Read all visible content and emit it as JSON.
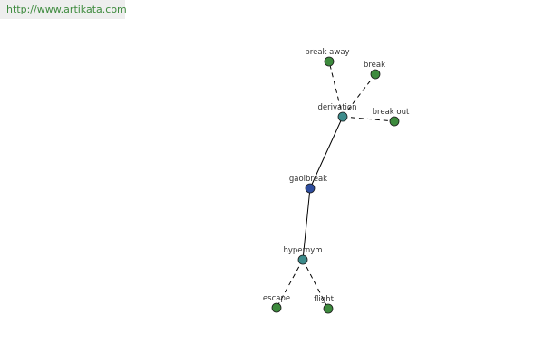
{
  "watermark": {
    "url": "http://www.artikata.com"
  },
  "colors": {
    "root": "#2e4d9e",
    "relation": "#3d8c8c",
    "leaf": "#3d8a3d",
    "node_stroke": "#1a1a1a",
    "edge": "#000000"
  },
  "nodes": [
    {
      "id": "gaolbreak",
      "label": "gaolbreak",
      "kind": "root"
    },
    {
      "id": "derivation",
      "label": "derivation",
      "kind": "relation"
    },
    {
      "id": "hypernym",
      "label": "hypernym",
      "kind": "relation"
    },
    {
      "id": "break_away",
      "label": "break away",
      "kind": "leaf"
    },
    {
      "id": "break",
      "label": "break",
      "kind": "leaf"
    },
    {
      "id": "break_out",
      "label": "break out",
      "kind": "leaf"
    },
    {
      "id": "escape",
      "label": "escape",
      "kind": "leaf"
    },
    {
      "id": "flight",
      "label": "flight",
      "kind": "leaf"
    }
  ],
  "edges": [
    {
      "from": "gaolbreak",
      "to": "derivation",
      "style": "solid"
    },
    {
      "from": "gaolbreak",
      "to": "hypernym",
      "style": "solid"
    },
    {
      "from": "derivation",
      "to": "break_away",
      "style": "dashed"
    },
    {
      "from": "derivation",
      "to": "break",
      "style": "dashed"
    },
    {
      "from": "derivation",
      "to": "break_out",
      "style": "dashed"
    },
    {
      "from": "hypernym",
      "to": "escape",
      "style": "dashed"
    },
    {
      "from": "hypernym",
      "to": "flight",
      "style": "dashed"
    }
  ]
}
